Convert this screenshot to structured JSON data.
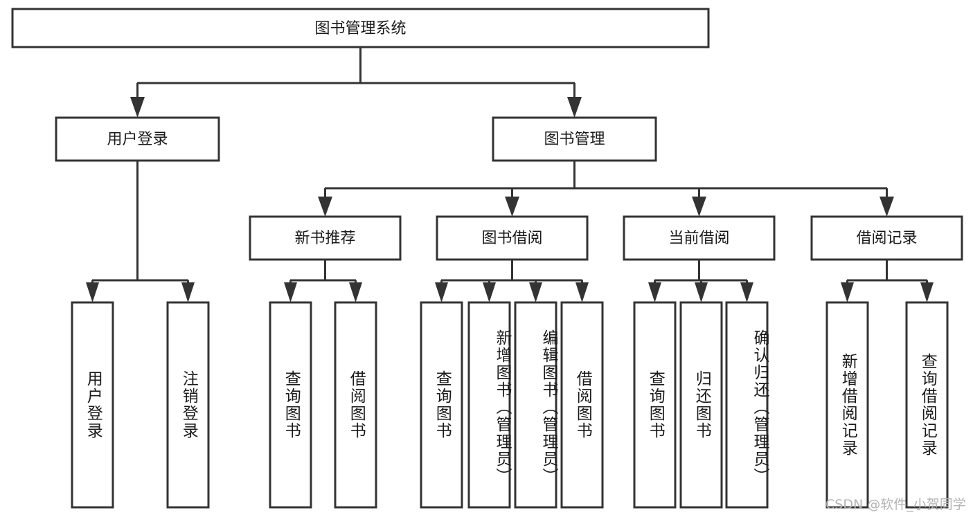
{
  "diagram": {
    "title": "图书管理系统",
    "type": "tree-hierarchy-diagram",
    "colors": {
      "stroke": "#333333",
      "fill": "#ffffff",
      "text": "#1a1a1a",
      "watermark": "#b3b3b3"
    },
    "root": {
      "label": "图书管理系统"
    },
    "level2": [
      {
        "label": "用户登录"
      },
      {
        "label": "图书管理"
      }
    ],
    "level3": [
      {
        "label": "新书推荐"
      },
      {
        "label": "图书借阅"
      },
      {
        "label": "当前借阅"
      },
      {
        "label": "借阅记录"
      }
    ],
    "leaves": {
      "user_login": [
        {
          "label": "用户登录"
        },
        {
          "label": "注销登录"
        }
      ],
      "new_book_recommend": [
        {
          "label": "查询图书"
        },
        {
          "label": "借阅图书"
        }
      ],
      "book_borrow": [
        {
          "label": "查询图书"
        },
        {
          "label": "新增图书（管理员）"
        },
        {
          "label": "编辑图书（管理员）"
        },
        {
          "label": "借阅图书"
        }
      ],
      "current_borrow": [
        {
          "label": "查询图书"
        },
        {
          "label": "归还图书"
        },
        {
          "label": "确认归还（管理员）"
        }
      ],
      "borrow_record": [
        {
          "label": "新增借阅记录"
        },
        {
          "label": "查询借阅记录"
        }
      ]
    },
    "watermark": "CSDN @软件_小贺同学"
  }
}
